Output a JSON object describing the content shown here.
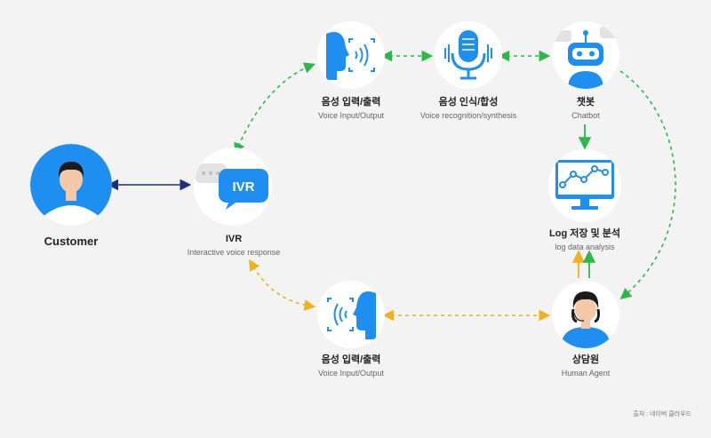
{
  "nodes": {
    "customer": {
      "title": "Customer"
    },
    "ivr": {
      "title": "IVR",
      "subtitle": "Interactive voice response",
      "bubble_text": "IVR"
    },
    "voice_io_top": {
      "title": "음성 입력/출력",
      "subtitle": "Voice Input/Output"
    },
    "voice_recognition": {
      "title": "음성 인식/합성",
      "subtitle": "Voice recognition/synthesis"
    },
    "chatbot": {
      "title": "챗봇",
      "subtitle": "Chatbot"
    },
    "log": {
      "title": "Log 저장 및 분석",
      "subtitle": "log data analysis"
    },
    "agent": {
      "title": "상담원",
      "subtitle": "Human Agent"
    },
    "voice_io_bottom": {
      "title": "음성 입력/출력",
      "subtitle": "Voice Input/Output"
    }
  },
  "credit": "출처 : 네이버 클라우드",
  "colors": {
    "background": "#f3f3f3",
    "blue": "#1e8ef0",
    "navy": "#1f2f7a",
    "green": "#2db84a",
    "orange": "#f0b21c",
    "skin": "#f3c9a8"
  }
}
